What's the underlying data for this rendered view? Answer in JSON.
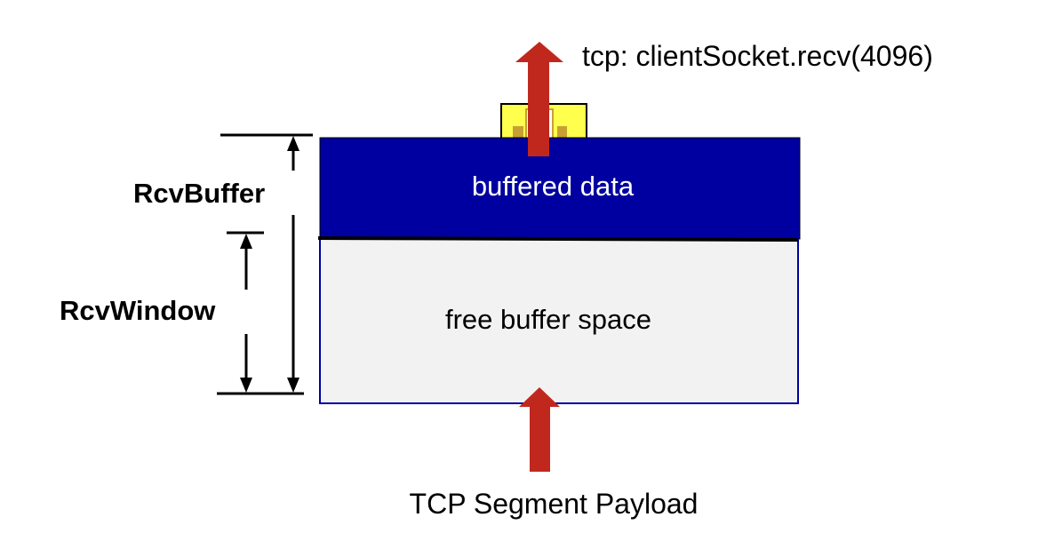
{
  "labels": {
    "app_call": "tcp: clientSocket.recv(4096)",
    "buffered": "buffered data",
    "free": "free buffer space",
    "payload": "TCP Segment Payload",
    "rcv_buffer": "RcvBuffer",
    "rcv_window": "RcvWindow"
  },
  "colors": {
    "buffered_fill": "#0000a0",
    "free_fill": "#f2f2f2",
    "arrow": "#c0281e",
    "app_box": "#ffff4d",
    "app_detail": "#c8a032"
  }
}
